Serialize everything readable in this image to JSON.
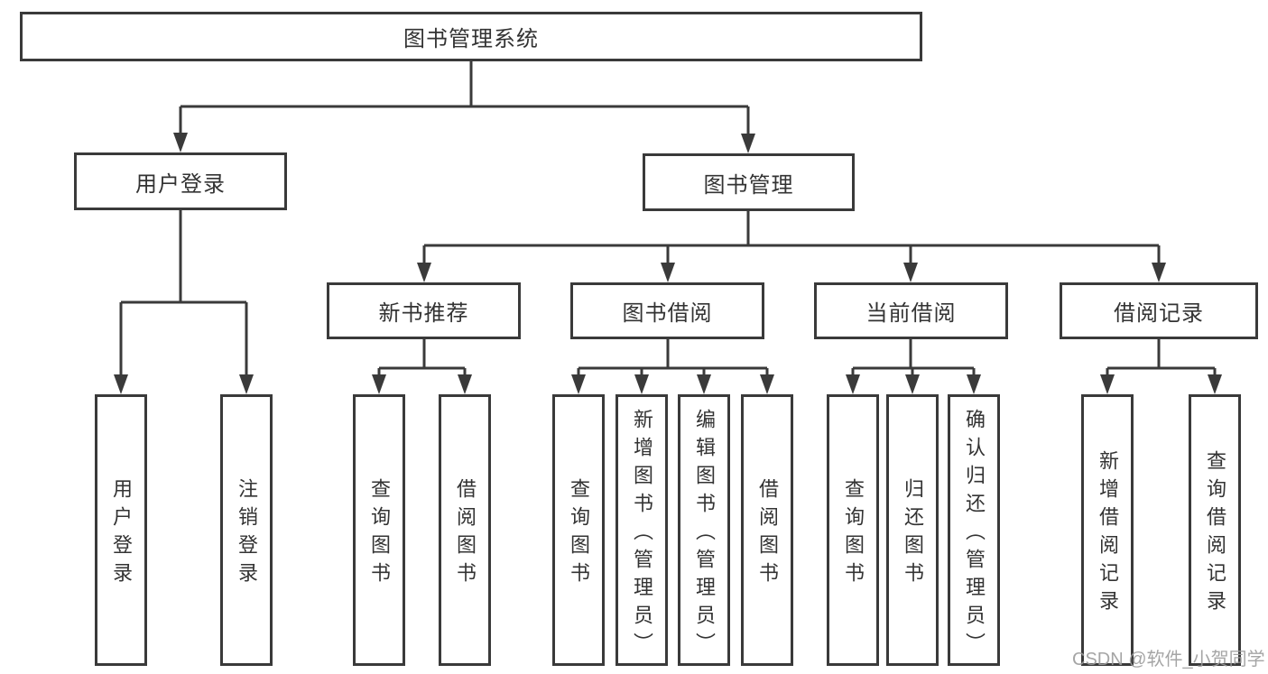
{
  "diagram": {
    "root": {
      "label": "图书管理系统"
    },
    "branches": [
      {
        "label": "用户登录",
        "children": [
          {
            "label": "用户登录"
          },
          {
            "label": "注销登录"
          }
        ]
      },
      {
        "label": "图书管理",
        "children": [
          {
            "label": "新书推荐",
            "children": [
              {
                "label": "查询图书"
              },
              {
                "label": "借阅图书"
              }
            ]
          },
          {
            "label": "图书借阅",
            "children": [
              {
                "label": "查询图书"
              },
              {
                "label": "新增图书（管理员）"
              },
              {
                "label": "编辑图书（管理员）"
              },
              {
                "label": "借阅图书"
              }
            ]
          },
          {
            "label": "当前借阅",
            "children": [
              {
                "label": "查询图书"
              },
              {
                "label": "归还图书"
              },
              {
                "label": "确认归还（管理员）"
              }
            ]
          },
          {
            "label": "借阅记录",
            "children": [
              {
                "label": "新增借阅记录"
              },
              {
                "label": "查询借阅记录"
              }
            ]
          }
        ]
      }
    ]
  },
  "watermark": {
    "text": "CSDN @软件_小贺同学"
  },
  "colors": {
    "line": "#3a3a3a",
    "text": "#333333",
    "watermark": "#9c9c9c",
    "background": "#ffffff"
  }
}
